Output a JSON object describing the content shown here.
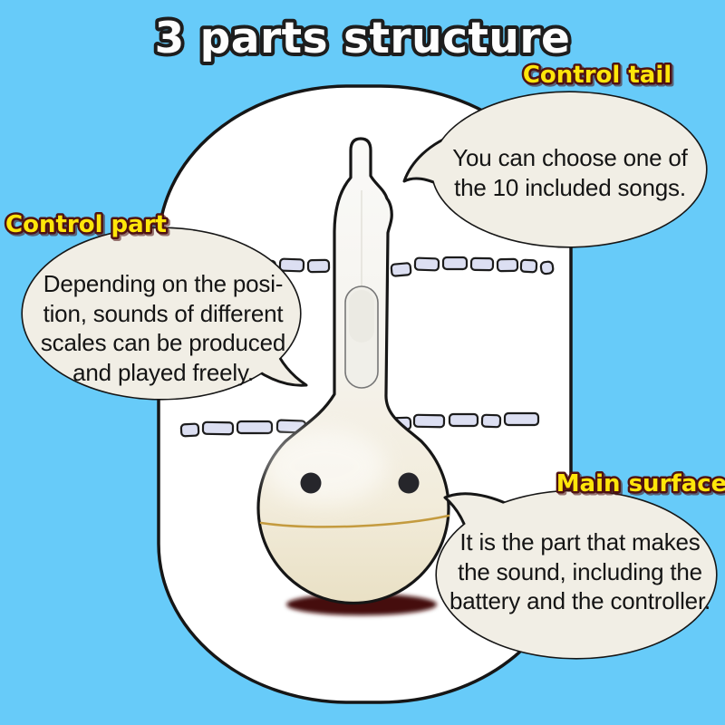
{
  "poster": {
    "title": "3 parts structure"
  },
  "callouts": [
    {
      "label": "Control tail",
      "bubble_text": "You can choose one of\nthe 10 included songs."
    },
    {
      "label": "Control part",
      "bubble_text": "Depending on the posi-\ntion, sounds of different\nscales can be produced\nand played freely."
    },
    {
      "label": "Main surface",
      "bubble_text": "It is the part that makes\nthe sound, including the\nbattery and the controller."
    }
  ],
  "colors": {
    "background": "#67CBF9",
    "capsule_fill": "#FFFFFF",
    "bubble_fill": "#F1EEE5",
    "label_fill": "#FFE60A",
    "label_outline": "#4F1212",
    "ink_outline": "#161616",
    "title_fill": "#FDFDFD",
    "ground_shadow": "#45100A",
    "dash_fill": "#DCDFF2"
  }
}
